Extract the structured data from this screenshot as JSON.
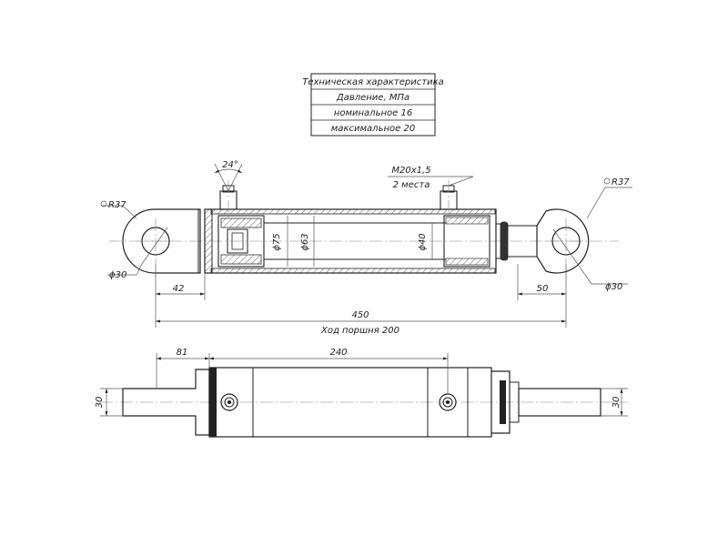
{
  "spec_table": {
    "title": "Техническая характеристика",
    "pressure_label": "Давление, МПа",
    "nominal": "номинальное    16",
    "maximum": "максимальное  20"
  },
  "top_view": {
    "angle": "24°",
    "thread": "M20x1,5",
    "thread_qty": "2 места",
    "radius_left": "R37",
    "radius_right": "R37",
    "pin_left": "ϕ30",
    "pin_right": "ϕ30",
    "bore": "ϕ75",
    "rod_bore": "ϕ63",
    "rod": "ϕ40",
    "dim_left": "42",
    "dim_right": "50",
    "dim_total": "450",
    "stroke": "Ход поршня 200"
  },
  "bottom_view": {
    "dim_81": "81",
    "dim_240": "240",
    "width_left": "30",
    "width_right": "30"
  }
}
